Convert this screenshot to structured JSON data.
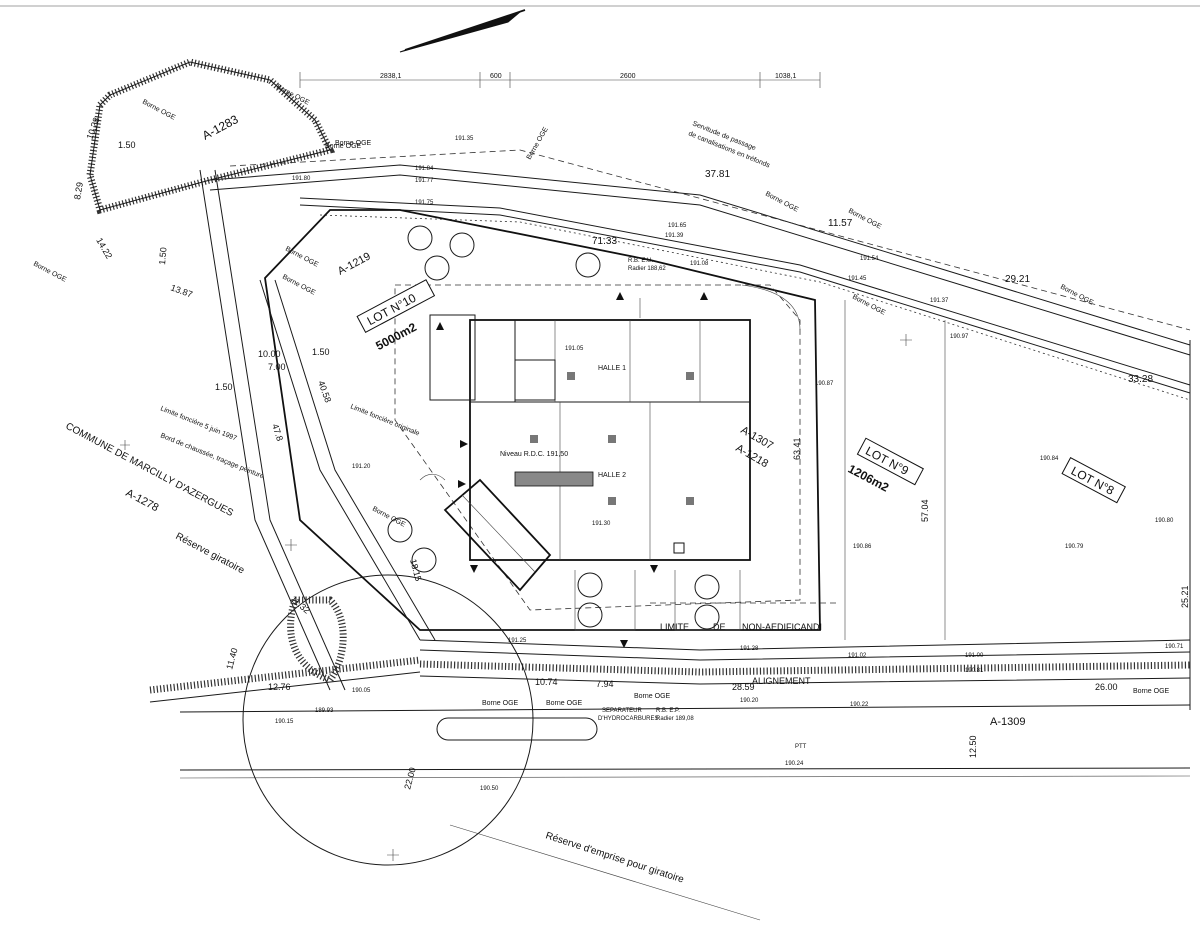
{
  "parcels": {
    "a1283": "A-1283",
    "a1219": "A-1219",
    "a1307": "A-1307",
    "a1218": "A-1218",
    "a1278": "A-1278",
    "a1309": "A-1309"
  },
  "lots": {
    "lot10_name": "LOT N°10",
    "lot10_area": "5000m2",
    "lot9_name": "LOT N°9",
    "lot9_area": "1206m2",
    "lot8_name": "LOT N°8"
  },
  "annotations": {
    "commune": "COMMUNE DE MARCILLY D'AZERGUES",
    "reserve_giratoire": "Réserve giratoire",
    "reserve_emprise": "Réserve d'emprise pour giratoire",
    "limite_non_aedificandi_1": "LIMITE",
    "limite_non_aedificandi_2": "DE",
    "limite_non_aedificandi_3": "NON-AEDIFICANDI",
    "alignement": "ALIGNEMENT",
    "limite_fonciere_1997": "Limite foncière 5 juin 1997",
    "bord_chaussee": "Bord de chaussée, traçage peinture",
    "limite_fonciere_originale": "Limite foncière originale",
    "servitude_1": "Servitude de passage",
    "servitude_2": "de canalisations en tréfonds",
    "halle1": "HALLE 1",
    "halle2": "HALLE 2",
    "niveau_rdc": "Niveau R.D.C. 191,50",
    "regard_eu": "R.B. E.U.",
    "radier_eu": "Radier 188,62",
    "regard_ep": "R.B. E.P.",
    "radier_ep": "Radier 189,08",
    "separateur": "SEPARATEUR",
    "hydrocarbures": "D'HYDROCARBURES",
    "ptt": "PTT"
  },
  "markers": {
    "borne_oge": "Borne OGE"
  },
  "dims_top": {
    "d1": "2838,1",
    "d2": "600",
    "d3": "2600",
    "d4": "1038,1"
  },
  "dims": {
    "d10_28": "10.28",
    "d1_50a": "1.50",
    "d1_50b": "1.50",
    "d1_50c": "1.50",
    "d1_50d": "1.50",
    "d8_29": "8.29",
    "d14_22": "14.22",
    "d13_87": "13.87",
    "d10_00": "10.00",
    "d7_00": "7.00",
    "d40_58": "40.58",
    "d47_8": "47.8",
    "d37_81": "37.81",
    "d71_33": "71.33",
    "d11_57": "11.57",
    "d29_21": "29.21",
    "d33_28": "33.28",
    "d63_41": "63.41",
    "d57_04": "57.04",
    "d25_21": "25.21",
    "d18_15": "18.15",
    "d11_32": "11.32",
    "d11_40": "11.40",
    "d12_76": "12.76",
    "d10_74": "10.74",
    "d7_94": "7.94",
    "d28_59": "28.59",
    "d26_00": "26.00",
    "d12_50": "12.50",
    "d22_00": "22.00"
  },
  "levels": {
    "l191_84": "191.84",
    "l191_77": "191.77",
    "l191_80": "191.80",
    "l191_75": "191.75",
    "l191_35": "191.35",
    "l191_65": "191.65",
    "l191_39": "191.39",
    "l191_05": "191.05",
    "l191_30": "191.30",
    "l191_20": "191.20",
    "l191_08": "191.08",
    "l191_45": "191.45",
    "l191_37": "191.37",
    "l191_54": "191.54",
    "l191_02": "191.02",
    "l191_00": "191.00",
    "l190_71": "190.71",
    "l190_80": "190.80",
    "l190_79": "190.79",
    "l190_86": "190.86",
    "l190_87": "190.87",
    "l190_97": "190.97",
    "l190_24": "190.24",
    "l190_05": "190.05",
    "l190_20": "190.20",
    "l190_22": "190.22",
    "l190_84": "190.84",
    "l190_81": "190.81",
    "l190_15": "190.15",
    "l189_93": "189.93",
    "l190_50": "190.50",
    "l191_25": "191.25",
    "l191_28": "191.28"
  },
  "colors": {
    "ink": "#111111",
    "paper": "#ffffff"
  },
  "icons": {
    "north_arrow": "north-arrow-icon",
    "tree": "tree-icon",
    "survey_cross": "survey-cross-icon",
    "borne": "borne-marker-icon"
  }
}
